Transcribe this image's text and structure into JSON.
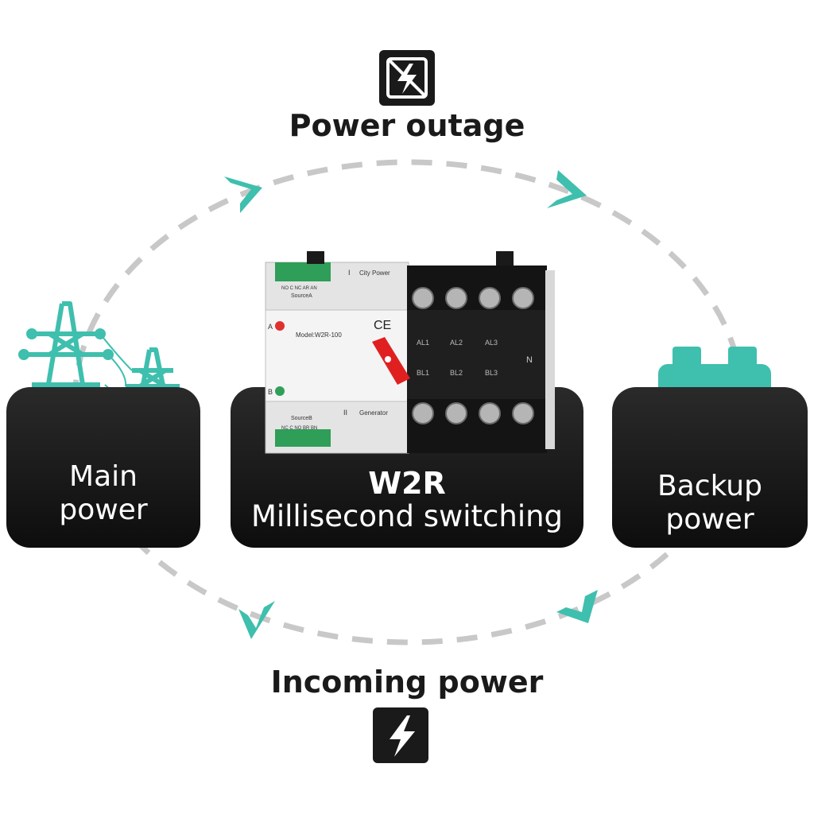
{
  "top": {
    "label": "Power outage",
    "icon": "power-outage-icon"
  },
  "bottom": {
    "label": "Incoming power",
    "icon": "lightning-icon"
  },
  "cards": {
    "main": {
      "line1": "Main",
      "line2": "power",
      "icon": "transmission-tower-icon"
    },
    "switch": {
      "line1": "W2R",
      "line2": "Millisecond switching"
    },
    "backup": {
      "line1": "Backup",
      "line2": "power",
      "icon": "battery-icon"
    }
  },
  "device": {
    "model": "Model:W2R-100",
    "ce_mark": "CE",
    "city_power_label": "City Power",
    "generator_label": "Generator",
    "source_a": "SourceA",
    "source_b": "SourceB",
    "source_a_terminals": "NO C NC AR AN",
    "source_b_terminals": "NC C NO BR BN",
    "roman_one": "I",
    "roman_two": "II",
    "neutral": "N",
    "terminals_a": [
      "AL1",
      "AL2",
      "AL3"
    ],
    "terminals_b": [
      "BL1",
      "BL2",
      "BL3"
    ],
    "indicator_a": "A",
    "indicator_b": "B"
  },
  "colors": {
    "accent": "#3fbfae",
    "card": "#1a1a1a",
    "dash": "#c8c8c8",
    "handle": "#e02020"
  }
}
